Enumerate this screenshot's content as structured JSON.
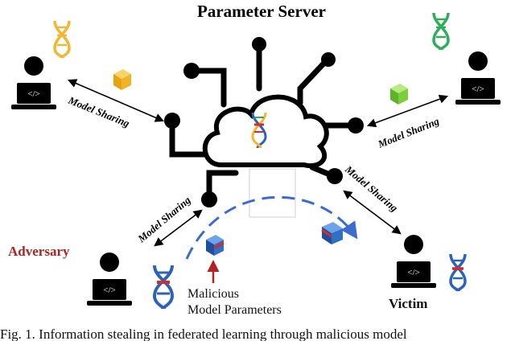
{
  "diagram": {
    "title": "Parameter Server",
    "edge_labels": {
      "left_top": "Model Sharing",
      "right_top": "Model Sharing",
      "bottom_left": "Model Sharing",
      "bottom_right": "Model Sharing"
    },
    "roles": {
      "adversary": "Adversary",
      "victim": "Victim"
    },
    "malicious_label": {
      "line1": "Malicious",
      "line2": "Model Parameters"
    },
    "caption": "Fig. 1.   Information stealing in federated learning through malicious model",
    "colors": {
      "adversary_text": "#b22222",
      "dna_yellow": "#f2b630",
      "dna_green": "#2fae5a",
      "dna_blue": "#2a63b8",
      "dna_red": "#d52b2b",
      "arrow_dashed": "#3b6bd1",
      "cube_gold": "#f0b429",
      "cube_green": "#7ccf3a",
      "cube_blue": "#2f6fc6"
    },
    "icons": [
      "dna-icon",
      "laptop-user-icon",
      "cloud-icon",
      "cube-icon",
      "code-icon"
    ]
  }
}
